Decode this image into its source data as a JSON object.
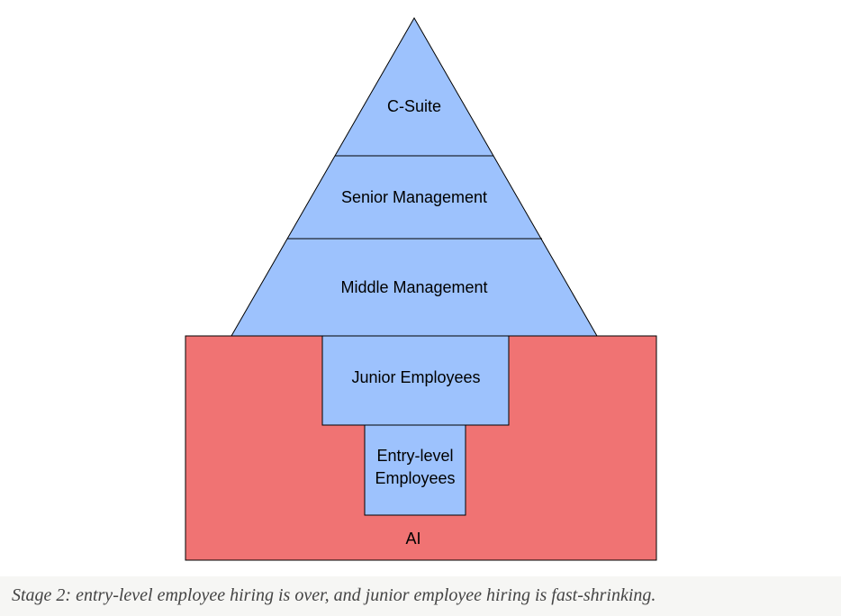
{
  "diagram": {
    "levels": {
      "c_suite": "C-Suite",
      "senior_management": "Senior Management",
      "middle_management": "Middle Management",
      "junior_employees": "Junior Employees",
      "entry_level_line1": "Entry-level",
      "entry_level_line2": "Employees"
    },
    "ai_label": "AI",
    "colors": {
      "pyramid_fill": "#9dc2fd",
      "ai_fill": "#f07373",
      "stroke": "#000000"
    }
  },
  "caption": "Stage 2: entry-level employee hiring is over, and junior employee hiring is fast-shrinking."
}
